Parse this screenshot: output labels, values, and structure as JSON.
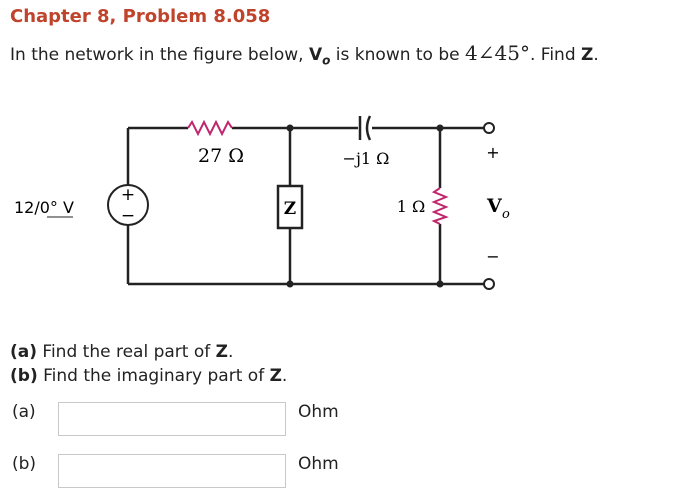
{
  "header": {
    "title": "Chapter 8, Problem 8.058"
  },
  "statement": {
    "prefix": "In the network in the figure below, ",
    "var_v": "V",
    "var_sub": "o",
    "middle": " is known to be ",
    "magnitude": "4∠45°",
    "suffix": ". Find ",
    "find_var": "Z",
    "end": "."
  },
  "circuit": {
    "source_label": "12/0° V",
    "source_plus": "+",
    "source_minus": "−",
    "resistor1_label": "27 Ω",
    "capacitor_label": "−j1 Ω",
    "z_label": "Z",
    "resistor2_label": "1 Ω",
    "output_plus": "+",
    "output_minus": "−",
    "output_v": "V",
    "output_sub": "o",
    "colors": {
      "resistor": "#c0266d",
      "wire": "#222222"
    }
  },
  "questions": {
    "a": {
      "tag": "(a)",
      "text": " Find the real part of ",
      "var": "Z",
      "end": "."
    },
    "b": {
      "tag": "(b)",
      "text": " Find the imaginary part of ",
      "var": "Z",
      "end": "."
    }
  },
  "answers": [
    {
      "label": "(a)",
      "value": "",
      "unit": "Ohm"
    },
    {
      "label": "(b)",
      "value": "",
      "unit": "Ohm"
    }
  ]
}
